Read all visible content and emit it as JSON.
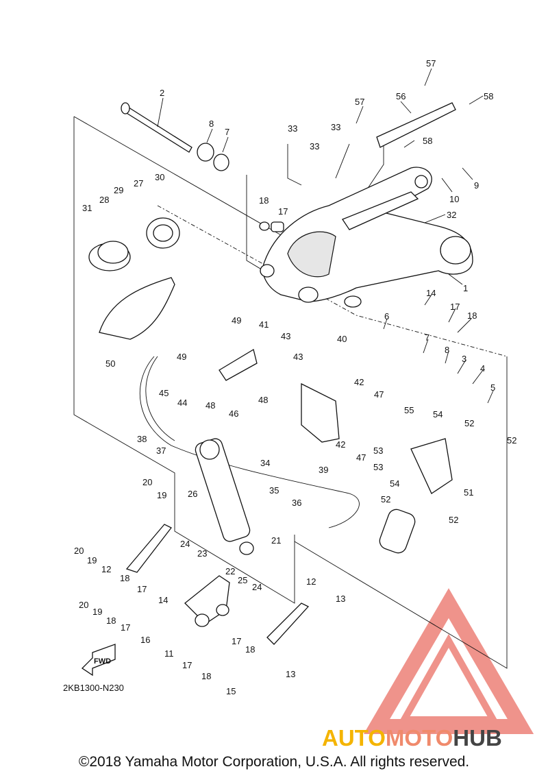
{
  "diagram_code": "2KB1300-N230",
  "copyright": "©2018 Yamaha Motor Corporation, U.S.A. All rights reserved.",
  "fwd_label": "FWD",
  "watermark": {
    "part1": "AUTO",
    "part2": "MOTO",
    "part3": "HUB"
  },
  "colors": {
    "line": "#111111",
    "watermark_red": "#e23b2e",
    "watermark_yellow": "#f4b400",
    "watermark_gray": "#444444"
  },
  "callouts": {
    "c1": "1",
    "c2": "2",
    "c3": "3",
    "c4": "4",
    "c5": "5",
    "c6": "6",
    "c7a": "7",
    "c7b": "7",
    "c8a": "8",
    "c8b": "8",
    "c9": "9",
    "c10": "10",
    "c11": "11",
    "c12a": "12",
    "c12b": "12",
    "c13a": "13",
    "c13b": "13",
    "c14a": "14",
    "c14b": "14",
    "c15": "15",
    "c16": "16",
    "c17a": "17",
    "c17b": "17",
    "c17c": "17",
    "c17d": "17",
    "c17e": "17",
    "c17f": "17",
    "c18a": "18",
    "c18b": "18",
    "c18c": "18",
    "c18d": "18",
    "c18e": "18",
    "c18f": "18",
    "c19a": "19",
    "c19b": "19",
    "c19c": "19",
    "c20a": "20",
    "c20b": "20",
    "c20c": "20",
    "c21": "21",
    "c22": "22",
    "c23": "23",
    "c24a": "24",
    "c24b": "24",
    "c25": "25",
    "c26": "26",
    "c27": "27",
    "c28": "28",
    "c29": "29",
    "c30": "30",
    "c31": "31",
    "c32": "32",
    "c33a": "33",
    "c33b": "33",
    "c33c": "33",
    "c34": "34",
    "c35": "35",
    "c36": "36",
    "c37": "37",
    "c38": "38",
    "c39": "39",
    "c40": "40",
    "c41": "41",
    "c42a": "42",
    "c42b": "42",
    "c43a": "43",
    "c43b": "43",
    "c44": "44",
    "c45": "45",
    "c46": "46",
    "c47a": "47",
    "c47b": "47",
    "c48a": "48",
    "c48b": "48",
    "c49a": "49",
    "c49b": "49",
    "c50": "50",
    "c51": "51",
    "c52a": "52",
    "c52b": "52",
    "c52c": "52",
    "c52d": "52",
    "c53a": "53",
    "c53b": "53",
    "c54a": "54",
    "c54b": "54",
    "c55": "55",
    "c56": "56",
    "c57a": "57",
    "c57b": "57",
    "c58a": "58",
    "c58b": "58"
  }
}
